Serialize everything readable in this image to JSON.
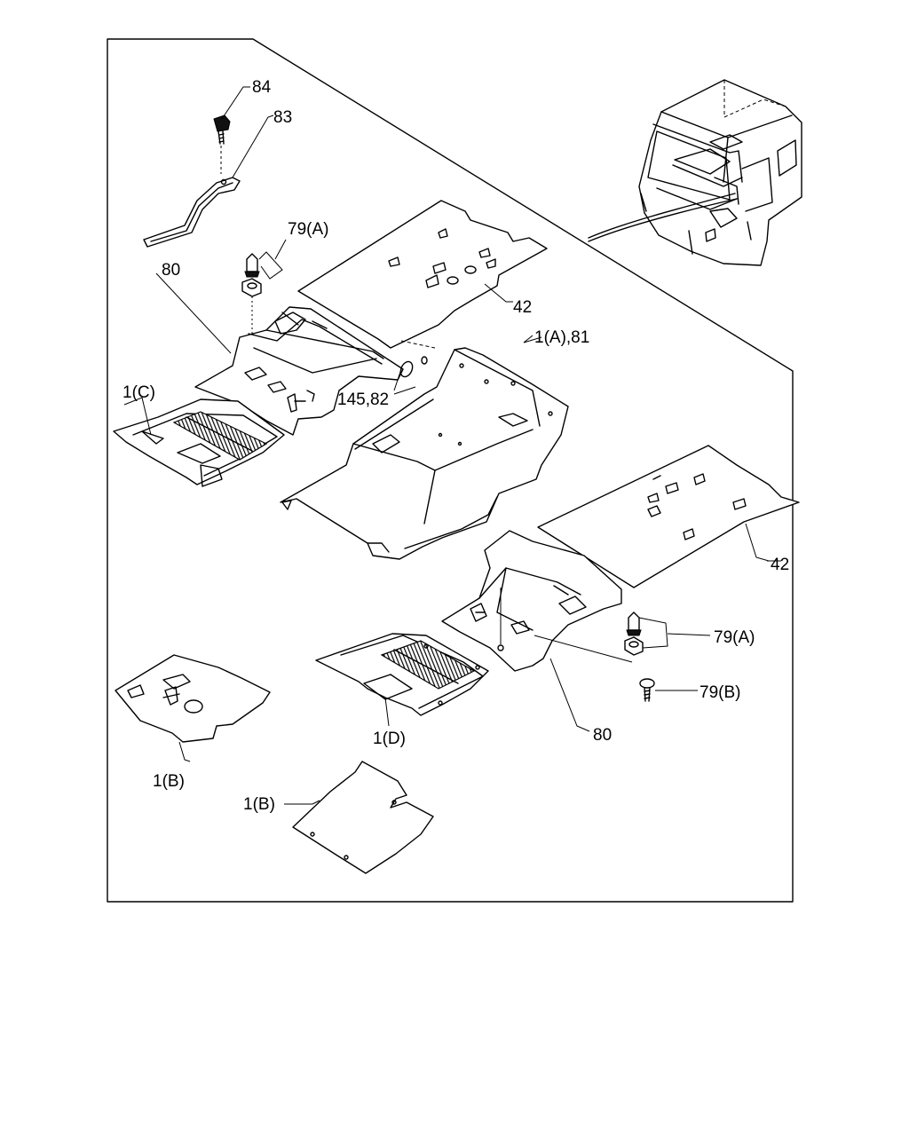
{
  "labels": {
    "screw_84": "84",
    "bracket_83": "83",
    "clip_79a_top": "79(A)",
    "insulator_80_left": "80",
    "mat_42_top": "42",
    "mat_1a_81": "1(A),81",
    "part_145_82": "145,82",
    "mat_1c": "1(C)",
    "mat_42_right": "42",
    "clip_79a_right": "79(A)",
    "screw_79b": "79(B)",
    "insulator_80_right": "80",
    "mat_1d": "1(D)",
    "mat_1b_left": "1(B)",
    "mat_1b_bottom": "1(B)"
  },
  "colors": {
    "line": "#000000",
    "background": "#ffffff"
  }
}
